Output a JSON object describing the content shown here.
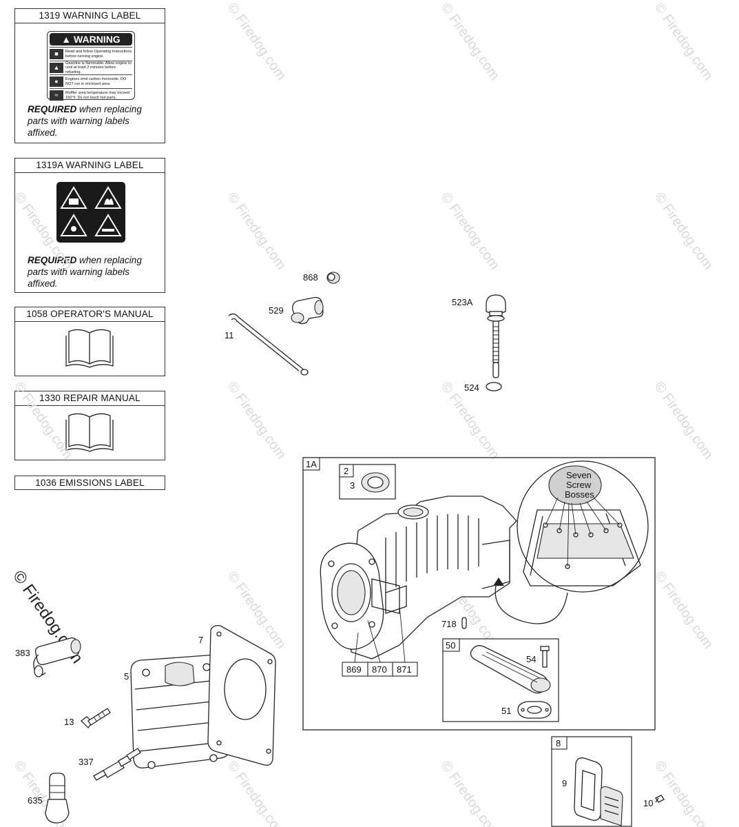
{
  "labels": {
    "warning_1319": {
      "title": "1319 WARNING LABEL",
      "card_heading": "WARNING",
      "card_lines": [
        "Read and follow Operating Instructions before running engine.",
        "Gasoline is flammable. Allow engine to cool at least 2 minutes before refueling.",
        "Engines emit carbon monoxide. DO NOT run in enclosed area.",
        "Muffler area temperature may exceed 150°F. Do not touch hot parts."
      ],
      "note_bold": "REQUIRED",
      "note_rest": " when replacing parts with warning labels affixed."
    },
    "warning_1319a": {
      "title": "1319A WARNING LABEL",
      "note_bold": "REQUIRED",
      "note_rest": " when replacing parts with warning labels affixed."
    },
    "manual_1058": {
      "title": "1058 OPERATOR'S MANUAL"
    },
    "manual_1330": {
      "title": "1330 REPAIR MANUAL"
    },
    "emissions_1036": {
      "title": "1036 EMISSIONS LABEL"
    }
  },
  "callouts": {
    "p868": "868",
    "p529": "529",
    "p11": "11",
    "p523a": "523A",
    "p524": "524",
    "p383": "383",
    "p5": "5",
    "p7": "7",
    "p13": "13",
    "p337": "337",
    "p635": "635",
    "p718": "718",
    "p54": "54",
    "p51": "51",
    "p9": "9",
    "p10": "10",
    "p3": "3"
  },
  "boxes": {
    "b1a": "1A",
    "b2": "2",
    "b50": "50",
    "b8": "8",
    "short_block_numbers": [
      "869",
      "870",
      "871"
    ]
  },
  "detail_bubble": {
    "line1": "Seven",
    "line2": "Screw",
    "line3": "Bosses"
  },
  "watermark": {
    "text": "© Firedog.com"
  },
  "colors": {
    "line": "#222222",
    "watermark": "#d9d9d9",
    "bubble_fill": "#d0d0d0"
  }
}
